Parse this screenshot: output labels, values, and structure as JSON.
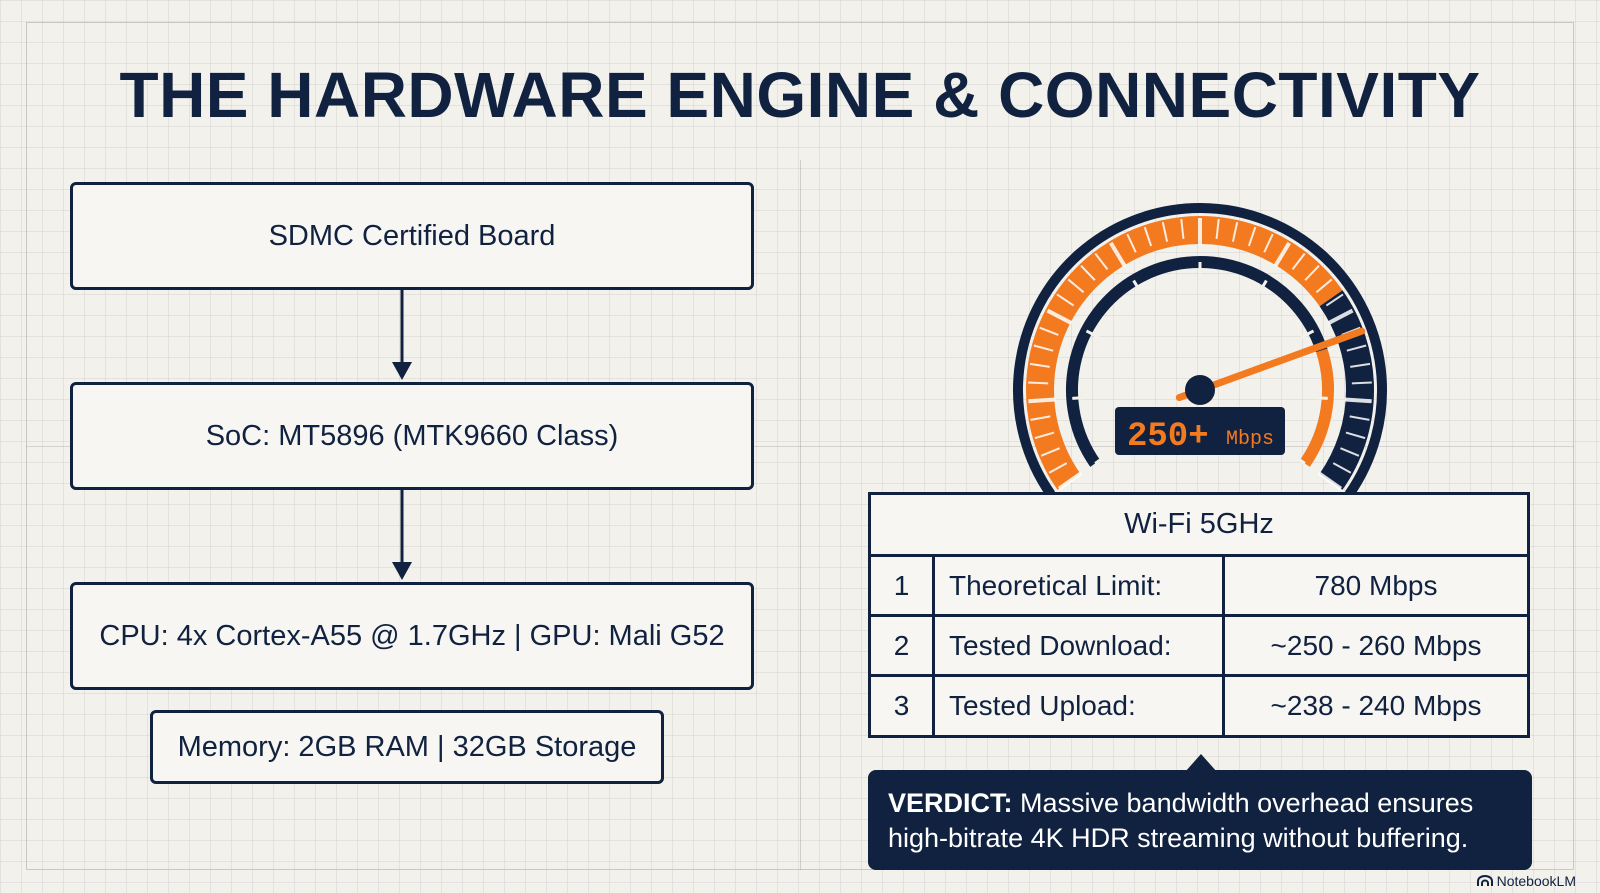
{
  "title": "THE HARDWARE ENGINE & CONNECTIVITY",
  "hardware": {
    "board": "SDMC Certified Board",
    "soc": "SoC: MT5896 (MTK9660 Class)",
    "cpu_gpu": "CPU: 4x Cortex-A55 @ 1.7GHz | GPU: Mali G52",
    "memory": "Memory: 2GB RAM | 32GB Storage"
  },
  "gauge": {
    "readout_value": "250+",
    "readout_unit": "Mbps",
    "needle_fraction": 0.78,
    "colors": {
      "accent": "#f47a20",
      "navy": "#10223f",
      "display_text": "#f47a20"
    }
  },
  "wifi_table": {
    "header": "Wi-Fi 5GHz",
    "rows": [
      {
        "num": "1",
        "label": "Theoretical Limit:",
        "value": "780 Mbps"
      },
      {
        "num": "2",
        "label": "Tested Download:",
        "value": "~250 - 260 Mbps"
      },
      {
        "num": "3",
        "label": "Tested Upload:",
        "value": "~238 - 240 Mbps"
      }
    ]
  },
  "verdict": {
    "label": "VERDICT:",
    "text": " Massive bandwidth overhead ensures high-bitrate 4K HDR streaming without buffering."
  },
  "brand": "NotebookLM",
  "brand_icon": "notebooklm-logo-icon"
}
